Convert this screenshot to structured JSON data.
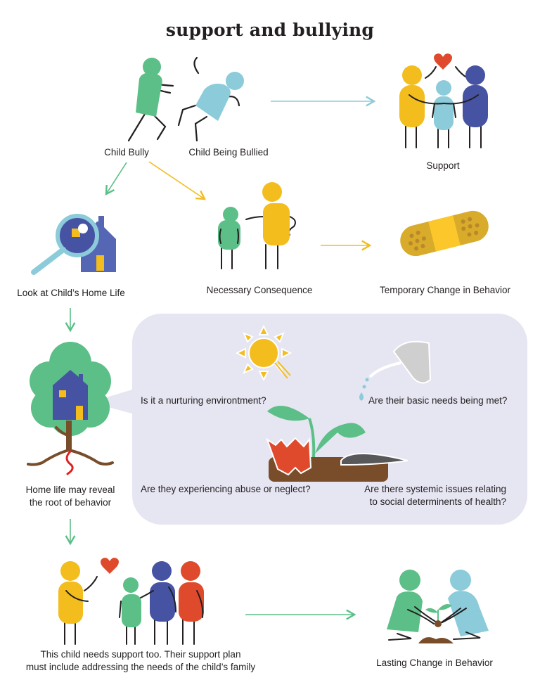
{
  "title": "support and bullying",
  "colors": {
    "green": "#5bbf87",
    "light_blue": "#8ccbd9",
    "yellow": "#f2bd1d",
    "navy": "#4653a3",
    "red": "#e04a2c",
    "panel_bg": "#e6e5f2",
    "brown": "#7a4d2a",
    "bandage": "#d9ab2a"
  },
  "nodes": {
    "child_bully": {
      "label": "Child Bully"
    },
    "child_bullied": {
      "label": "Child Being Bullied"
    },
    "support": {
      "label": "Support"
    },
    "home_life": {
      "label": "Look at Child’s Home Life"
    },
    "consequence": {
      "label": "Necessary Consequence"
    },
    "temporary": {
      "label": "Temporary Change in Behavior"
    },
    "root": {
      "line1": "Home life may reveal",
      "line2": "the root of behavior"
    },
    "family_support": {
      "line1": "This child needs support too. Their support plan",
      "line2": "must include addressing the needs of the child’s family"
    },
    "lasting": {
      "label": "Lasting Change in Behavior"
    }
  },
  "questions": {
    "nurturing": "Is it a nurturing environtment?",
    "basic_needs": "Are their basic needs being met?",
    "abuse": "Are they experiencing abuse or neglect?",
    "systemic_line1": "Are there systemic issues relating",
    "systemic_line2": "to social determinents of health?"
  },
  "edges": [
    {
      "from": "child_being_bullied",
      "to": "support",
      "color": "light_blue"
    },
    {
      "from": "child_bully",
      "to": "home_life",
      "color": "green"
    },
    {
      "from": "child_bully",
      "to": "consequence",
      "color": "yellow"
    },
    {
      "from": "consequence",
      "to": "temporary",
      "color": "yellow"
    },
    {
      "from": "home_life",
      "to": "root",
      "color": "green"
    },
    {
      "from": "root",
      "to": "family_support",
      "color": "green"
    },
    {
      "from": "family_support",
      "to": "lasting",
      "color": "green"
    }
  ]
}
